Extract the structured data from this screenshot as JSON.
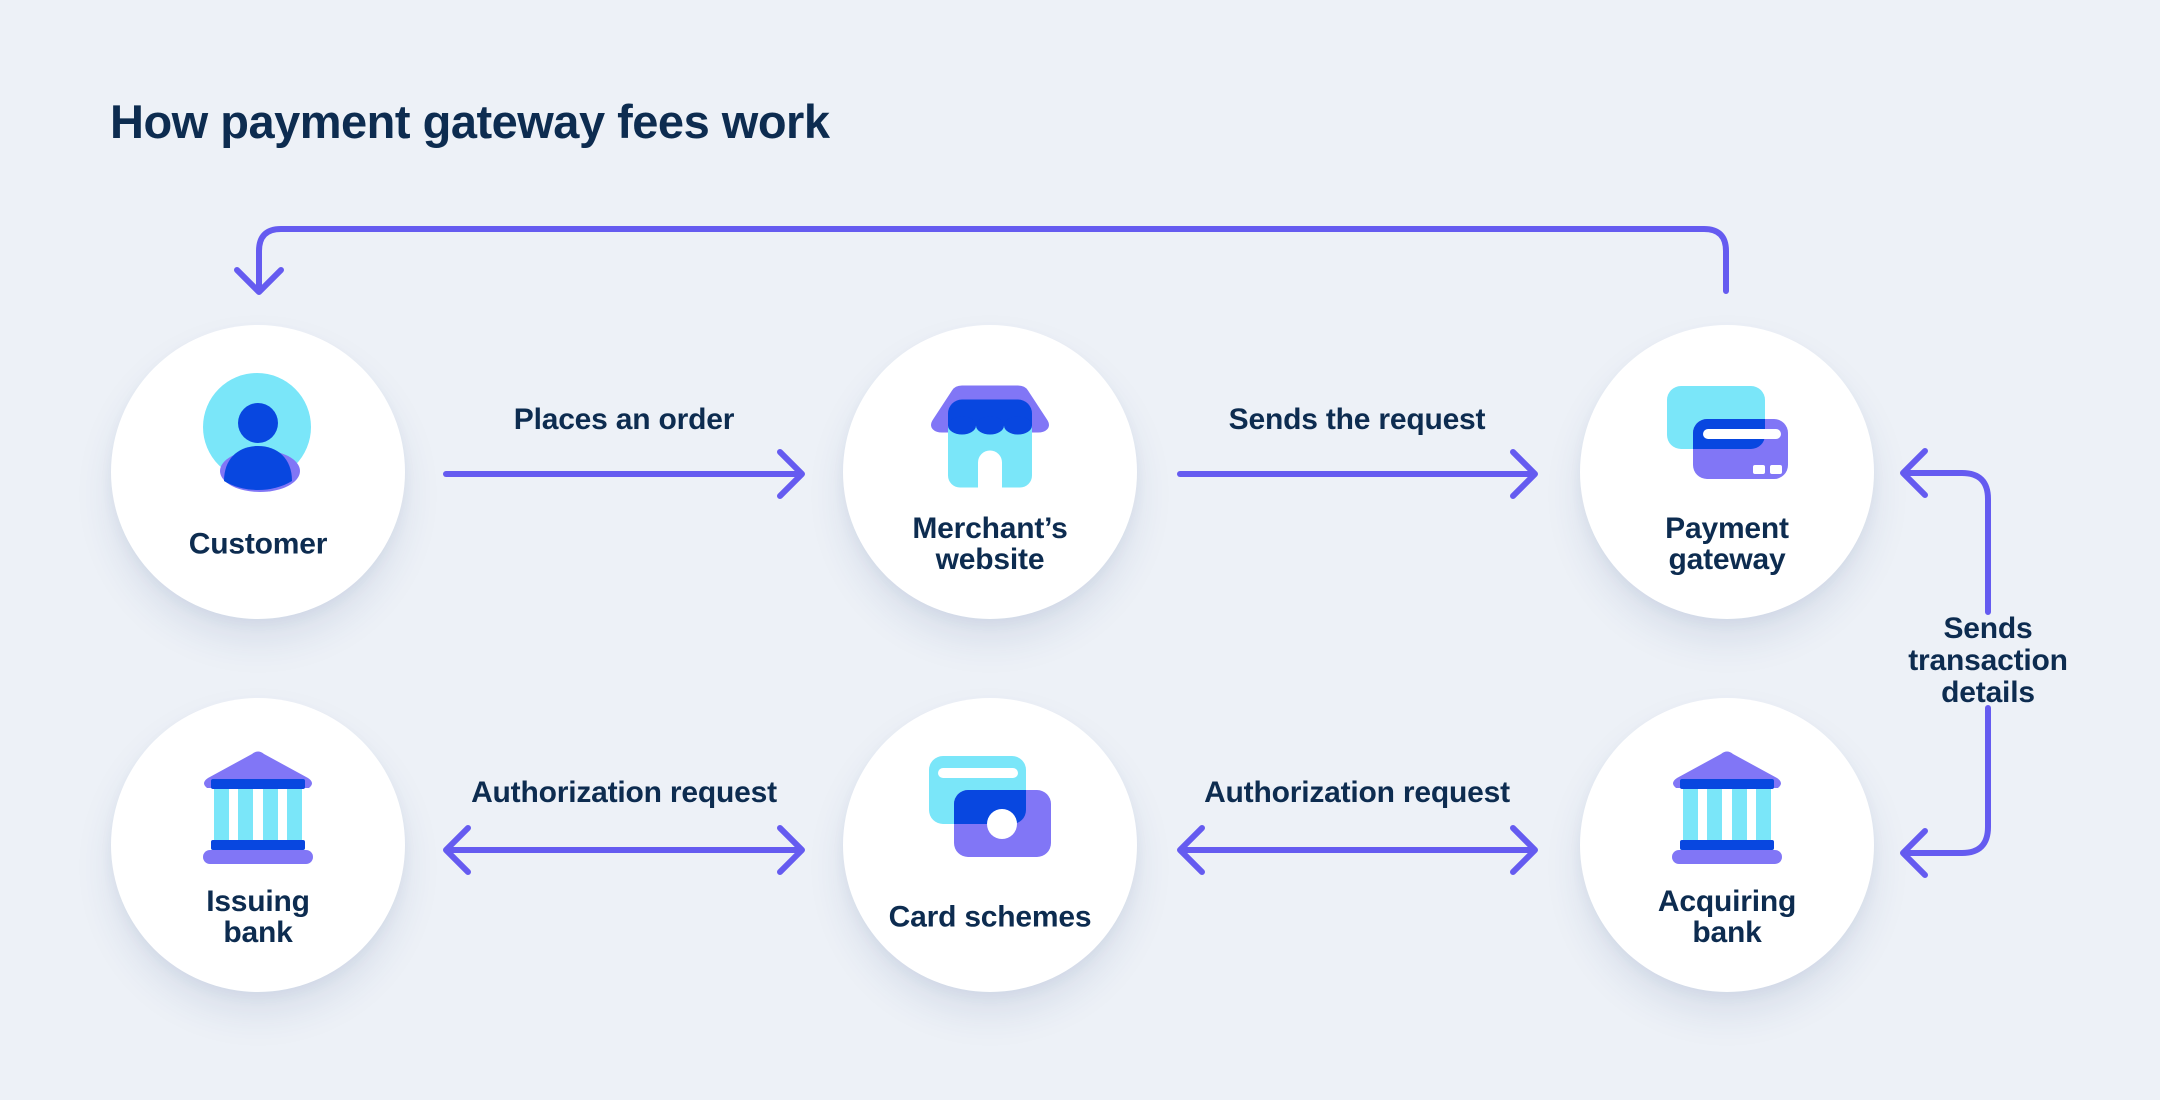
{
  "title": "How payment gateway fees work",
  "colors": {
    "background": "#EDF1F7",
    "node_fill": "#FFFFFF",
    "text_navy": "#0D2C50",
    "arrow_purple": "#655BF0",
    "icon_cyan": "#7AE6F9",
    "icon_blue": "#0847E0",
    "icon_purple": "#8176F6"
  },
  "nodes": [
    {
      "id": "customer",
      "label": "Customer",
      "icon": "person-icon"
    },
    {
      "id": "merchant-website",
      "label": "Merchant’s\nwebsite",
      "icon": "storefront-icon"
    },
    {
      "id": "payment-gateway",
      "label": "Payment\ngateway",
      "icon": "payment-cards-icon"
    },
    {
      "id": "issuing-bank",
      "label": "Issuing\nbank",
      "icon": "bank-icon"
    },
    {
      "id": "card-schemes",
      "label": "Card schemes",
      "icon": "overlapping-cards-icon"
    },
    {
      "id": "acquiring-bank",
      "label": "Acquiring\nbank",
      "icon": "bank-icon"
    }
  ],
  "edges": [
    {
      "label": "Places an order",
      "from": "customer",
      "to": "merchant-website",
      "style": "single-right"
    },
    {
      "label": "Sends the request",
      "from": "merchant-website",
      "to": "payment-gateway",
      "style": "single-right"
    },
    {
      "label": "",
      "from": "payment-gateway",
      "to": "customer",
      "style": "top-loop"
    },
    {
      "label": "Sends transaction\ndetails",
      "from": "acquiring-bank",
      "to": "payment-gateway",
      "style": "right-bracket-double-left"
    },
    {
      "label": "Authorization request",
      "from": "issuing-bank",
      "to": "card-schemes",
      "style": "double"
    },
    {
      "label": "Authorization request",
      "from": "card-schemes",
      "to": "acquiring-bank",
      "style": "double"
    }
  ]
}
